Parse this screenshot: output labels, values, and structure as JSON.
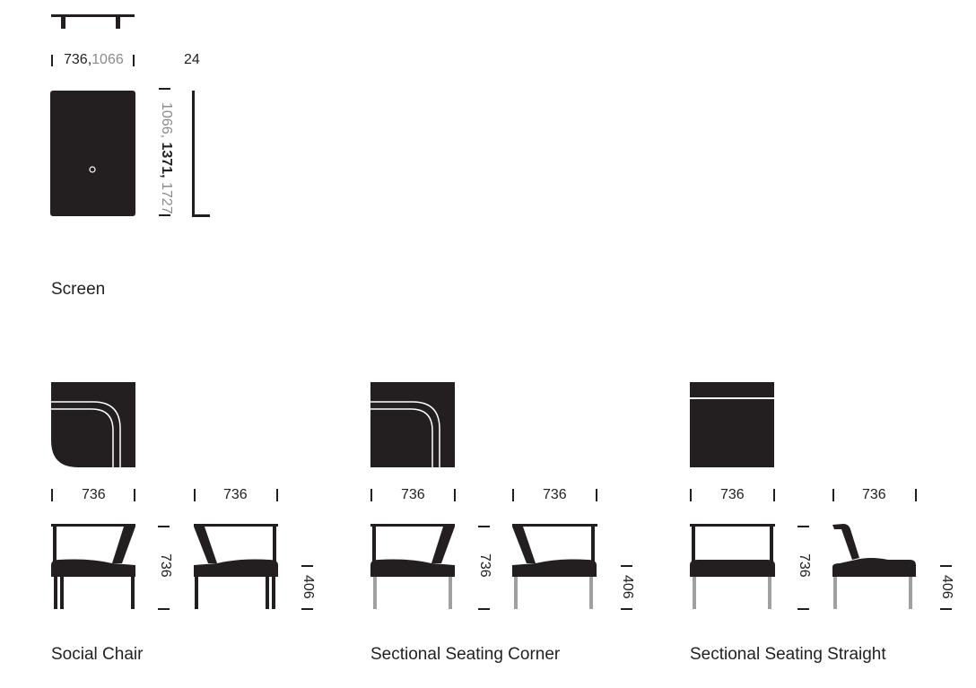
{
  "products": {
    "screen": {
      "name": "Screen",
      "width_dim": "736",
      "width_alt": "1066",
      "thickness_dim": "24",
      "height_alt1": "1066,",
      "height_main": "1371,",
      "height_alt2": "1727"
    },
    "social_chair": {
      "name": "Social Chair",
      "front_width": "736",
      "side_depth": "736",
      "height": "736",
      "seat_height": "406"
    },
    "sectional_corner": {
      "name": "Sectional Seating Corner",
      "front_width": "736",
      "side_depth": "736",
      "height": "736",
      "seat_height": "406"
    },
    "sectional_straight": {
      "name": "Sectional Seating Straight",
      "front_width": "736",
      "side_depth": "736",
      "height": "736",
      "seat_height": "406"
    }
  },
  "colors": {
    "ink": "#231f20",
    "grey_text": "#8a8a8a",
    "grey_leg": "#a0a0a0"
  }
}
